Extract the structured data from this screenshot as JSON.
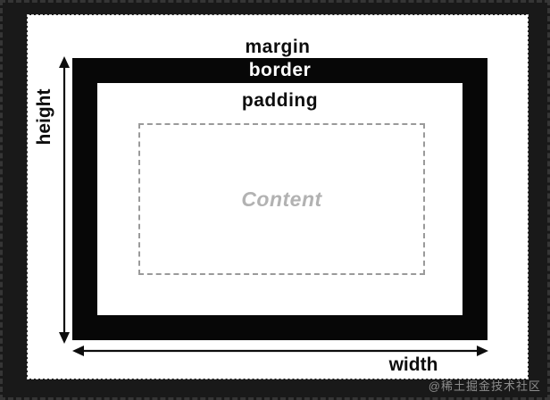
{
  "diagram": {
    "boxes": {
      "margin_label": "margin",
      "border_label": "border",
      "padding_label": "padding",
      "content_label": "Content"
    },
    "dimensions": {
      "height_label": "height",
      "width_label": "width"
    },
    "colors": {
      "frame_background": "#191919",
      "margin_box": "#ffffff",
      "border_box": "#070707",
      "padding_box": "#ffffff",
      "content_dash": "#9a9a9a",
      "content_text": "#b2b2b2",
      "label_text": "#0d0d0d",
      "border_label_text": "#ffffff",
      "watermark_text": "#8d8d8d"
    }
  },
  "watermark": {
    "text": "@稀土掘金技术社区"
  }
}
